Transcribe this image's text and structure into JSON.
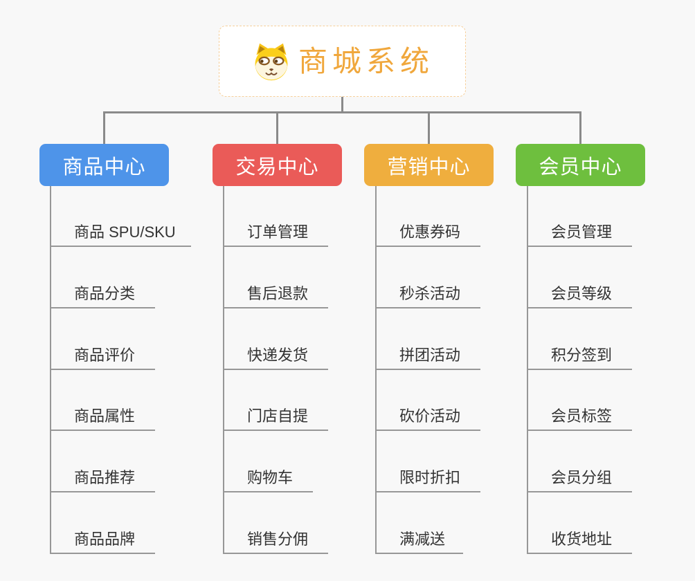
{
  "root": {
    "title": "商城系统",
    "icon": "dog-face-icon",
    "text_color": "#f0a73c",
    "border_color": "#f6cf9a",
    "background": "#ffffff"
  },
  "canvas_background": "#f8f8f8",
  "connector_color": "#8a8a8a",
  "child_line_color": "#979797",
  "child_text_color": "#333333",
  "branches": [
    {
      "label": "商品中心",
      "color": "#4e94e9",
      "items": [
        "商品 SPU/SKU",
        "商品分类",
        "商品评价",
        "商品属性",
        "商品推荐",
        "商品品牌"
      ]
    },
    {
      "label": "交易中心",
      "color": "#ea5b58",
      "items": [
        "订单管理",
        "售后退款",
        "快递发货",
        "门店自提",
        "购物车",
        "销售分佣"
      ]
    },
    {
      "label": "营销中心",
      "color": "#efae3e",
      "items": [
        "优惠券码",
        "秒杀活动",
        "拼团活动",
        "砍价活动",
        "限时折扣",
        "满减送"
      ]
    },
    {
      "label": "会员中心",
      "color": "#6ebf3e",
      "items": [
        "会员管理",
        "会员等级",
        "积分签到",
        "会员标签",
        "会员分组",
        "收货地址"
      ]
    }
  ]
}
